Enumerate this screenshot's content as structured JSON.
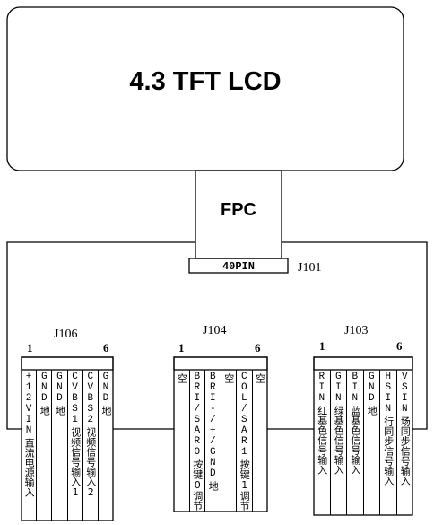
{
  "lcd": {
    "title": "4.3 TFT LCD"
  },
  "fpc": {
    "title": "FPC"
  },
  "j101": {
    "label": "J101",
    "pins": "40PIN"
  },
  "j106": {
    "label": "J106",
    "pin_first": "1",
    "pin_last": "6",
    "pins": [
      {
        "signal": "+12VIN",
        "desc": "直流电源输入"
      },
      {
        "signal": "GND",
        "desc": "地"
      },
      {
        "signal": "GND",
        "desc": "地"
      },
      {
        "signal": "CVBS1",
        "desc": "视频信号输入1"
      },
      {
        "signal": "CVBS2",
        "desc": "视频信号输入2"
      },
      {
        "signal": "GND",
        "desc": "地"
      }
    ]
  },
  "j104": {
    "label": "J104",
    "pin_first": "1",
    "pin_last": "6",
    "pins": [
      {
        "signal": "",
        "desc": "空"
      },
      {
        "signal": "BRI/SARO",
        "desc": "按键0调节"
      },
      {
        "signal": "BRI-/+/GND",
        "desc": "地"
      },
      {
        "signal": "",
        "desc": "空"
      },
      {
        "signal": "COL/SAR1",
        "desc": "按键1调节"
      },
      {
        "signal": "",
        "desc": "空"
      }
    ]
  },
  "j103": {
    "label": "J103",
    "pin_first": "1",
    "pin_last": "6",
    "pins": [
      {
        "signal": "RIN",
        "desc": "红基色信号输入"
      },
      {
        "signal": "GIN",
        "desc": "绿基色信号输入"
      },
      {
        "signal": "BIN",
        "desc": "蓝基色信号输入"
      },
      {
        "signal": "GND",
        "desc": "地"
      },
      {
        "signal": "HSIN",
        "desc": "行同步信号输入"
      },
      {
        "signal": "VSIN",
        "desc": "场同步信号输入"
      }
    ]
  }
}
